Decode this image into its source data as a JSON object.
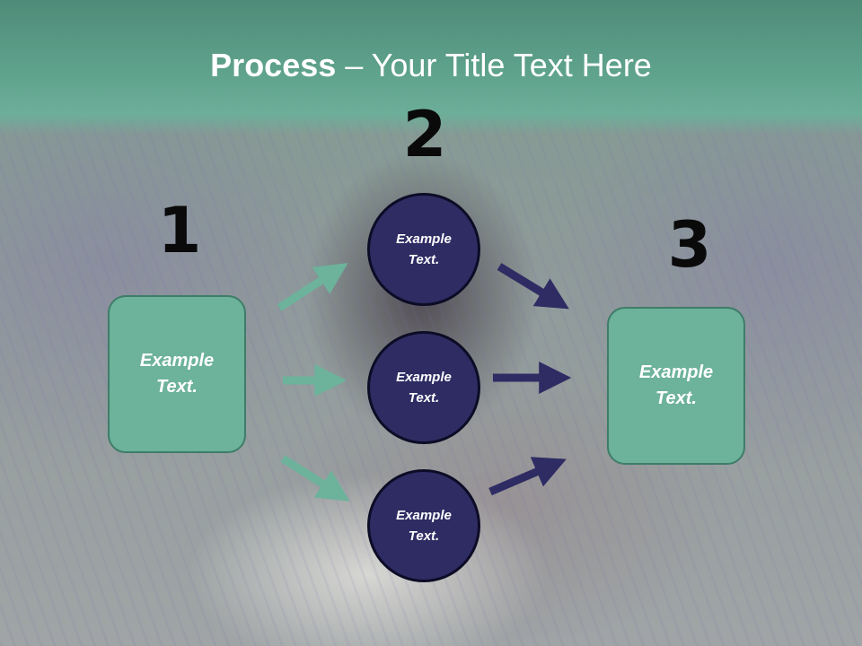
{
  "title": {
    "bold": "Process",
    "rest": " – Your Title Text Here"
  },
  "steps": [
    {
      "number": "1",
      "label": "Example\nText."
    },
    {
      "number": "2"
    },
    {
      "number": "3",
      "label": "Example\nText."
    }
  ],
  "circles": [
    {
      "label": "Example\nText."
    },
    {
      "label": "Example\nText."
    },
    {
      "label": "Example\nText."
    }
  ],
  "colors": {
    "teal": "#6db29b",
    "navy": "#2e2c63",
    "title_band": "#5fa38d"
  }
}
